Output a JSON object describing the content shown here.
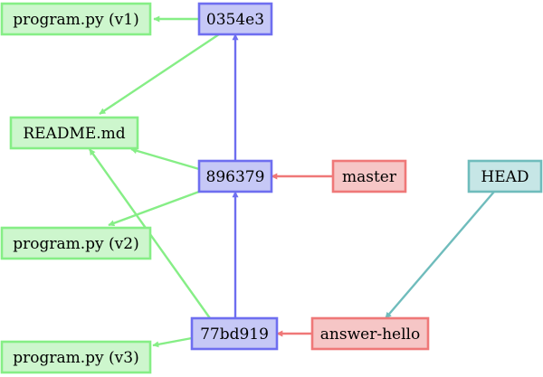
{
  "colors": {
    "commit_fill": "#c6c8f6",
    "commit_stroke": "#6e6ef0",
    "blob_fill": "#cdf6cd",
    "blob_stroke": "#86ee86",
    "branch_fill": "#f6c6c6",
    "branch_stroke": "#ef7878",
    "head_fill": "#c6e6e6",
    "head_stroke": "#6fbcbc",
    "text": "#000000"
  },
  "commits": {
    "c1": "0354e3",
    "c2": "896379",
    "c3": "77bd919"
  },
  "blobs": {
    "program_v1": "program.py (v1)",
    "readme": "README.md",
    "program_v2": "program.py (v2)",
    "program_v3": "program.py (v3)"
  },
  "refs": {
    "master": "master",
    "head": "HEAD",
    "answer_hello": "answer-hello"
  }
}
